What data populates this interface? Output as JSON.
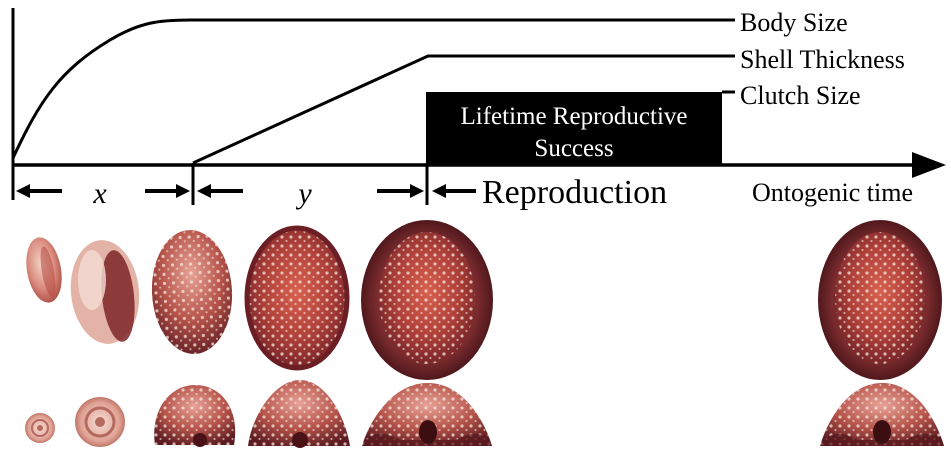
{
  "curves": {
    "body_size": "Body Size",
    "shell_thickness": "Shell Thickness",
    "clutch_size": "Clutch Size"
  },
  "box": {
    "line1": "Lifetime Reproductive",
    "line2": "Success"
  },
  "phases": {
    "x": "x",
    "y": "y",
    "reproduction": "Reproduction"
  },
  "axis": {
    "time_label": "Ontogenic time"
  },
  "colors": {
    "ink": "#000000",
    "shell_dark": "#5a1a1e",
    "shell_mid": "#b4463e",
    "shell_light": "#e8a090",
    "shell_pale": "#f3d6cc"
  }
}
